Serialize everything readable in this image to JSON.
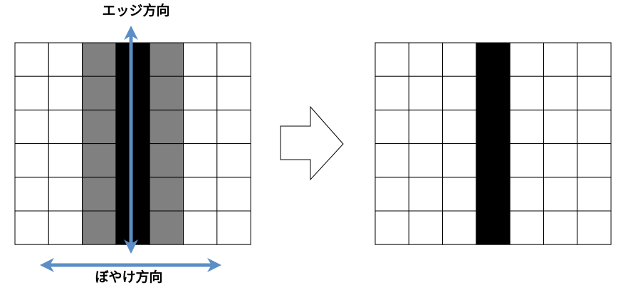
{
  "labels": {
    "edge_direction": "エッジ方向",
    "blur_direction": "ぼやけ方向"
  },
  "grids": {
    "rows": 6,
    "cols": 7,
    "before": {
      "column_fills": [
        "white",
        "white",
        "gray",
        "black",
        "gray",
        "white",
        "white"
      ]
    },
    "after": {
      "column_fills": [
        "white",
        "white",
        "white",
        "black",
        "white",
        "white",
        "white"
      ]
    }
  },
  "colors": {
    "white": "#ffffff",
    "gray": "#808080",
    "black": "#000000",
    "grid_line": "#000000",
    "arrow": "#5b8ec6"
  },
  "icons": {
    "transition": "right-arrow-outline-icon",
    "edge_arrow": "vertical-double-arrow-icon",
    "blur_arrow": "horizontal-double-arrow-icon"
  }
}
